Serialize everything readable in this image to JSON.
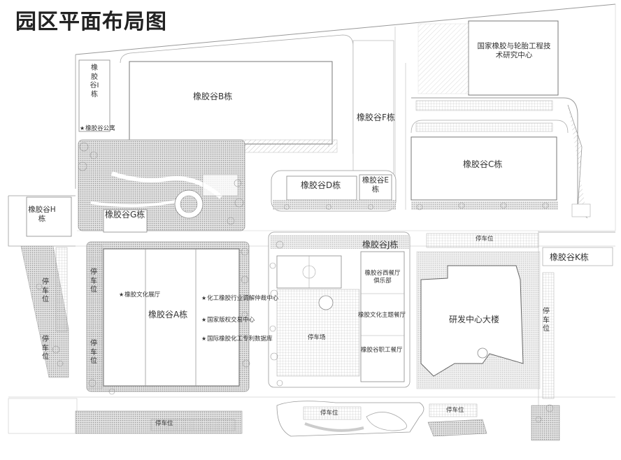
{
  "title": "园区平面布局图",
  "buildings": {
    "b": "橡胶谷B栋",
    "i": "橡胶谷I栋",
    "f": "橡胶谷F栋",
    "c": "橡胶谷C栋",
    "d": "橡胶谷D栋",
    "e": "橡胶谷E栋",
    "g": "橡胶谷G栋",
    "h": "橡胶谷H栋",
    "a": "橡胶谷A栋",
    "j": "橡胶谷J栋",
    "k": "橡胶谷K栋",
    "rd": "研发中心大楼",
    "national_center": "国家橡胶与轮胎工程技术研究中心"
  },
  "facilities": {
    "apartment": "橡胶谷公寓",
    "culture_hall": "橡胶文化展厅",
    "mediation_center": "化工橡胶行业调解仲裁中心",
    "copyright_center": "国家版权交易中心",
    "patent_db": "国际橡胶化工专利数据库",
    "west_restaurant": "橡胶谷西餐厅俱乐部",
    "theme_restaurant": "橡胶文化主题餐厅",
    "staff_canteen": "橡胶谷职工餐厅",
    "parking_lot": "停车场"
  },
  "parking_label": "停车位"
}
